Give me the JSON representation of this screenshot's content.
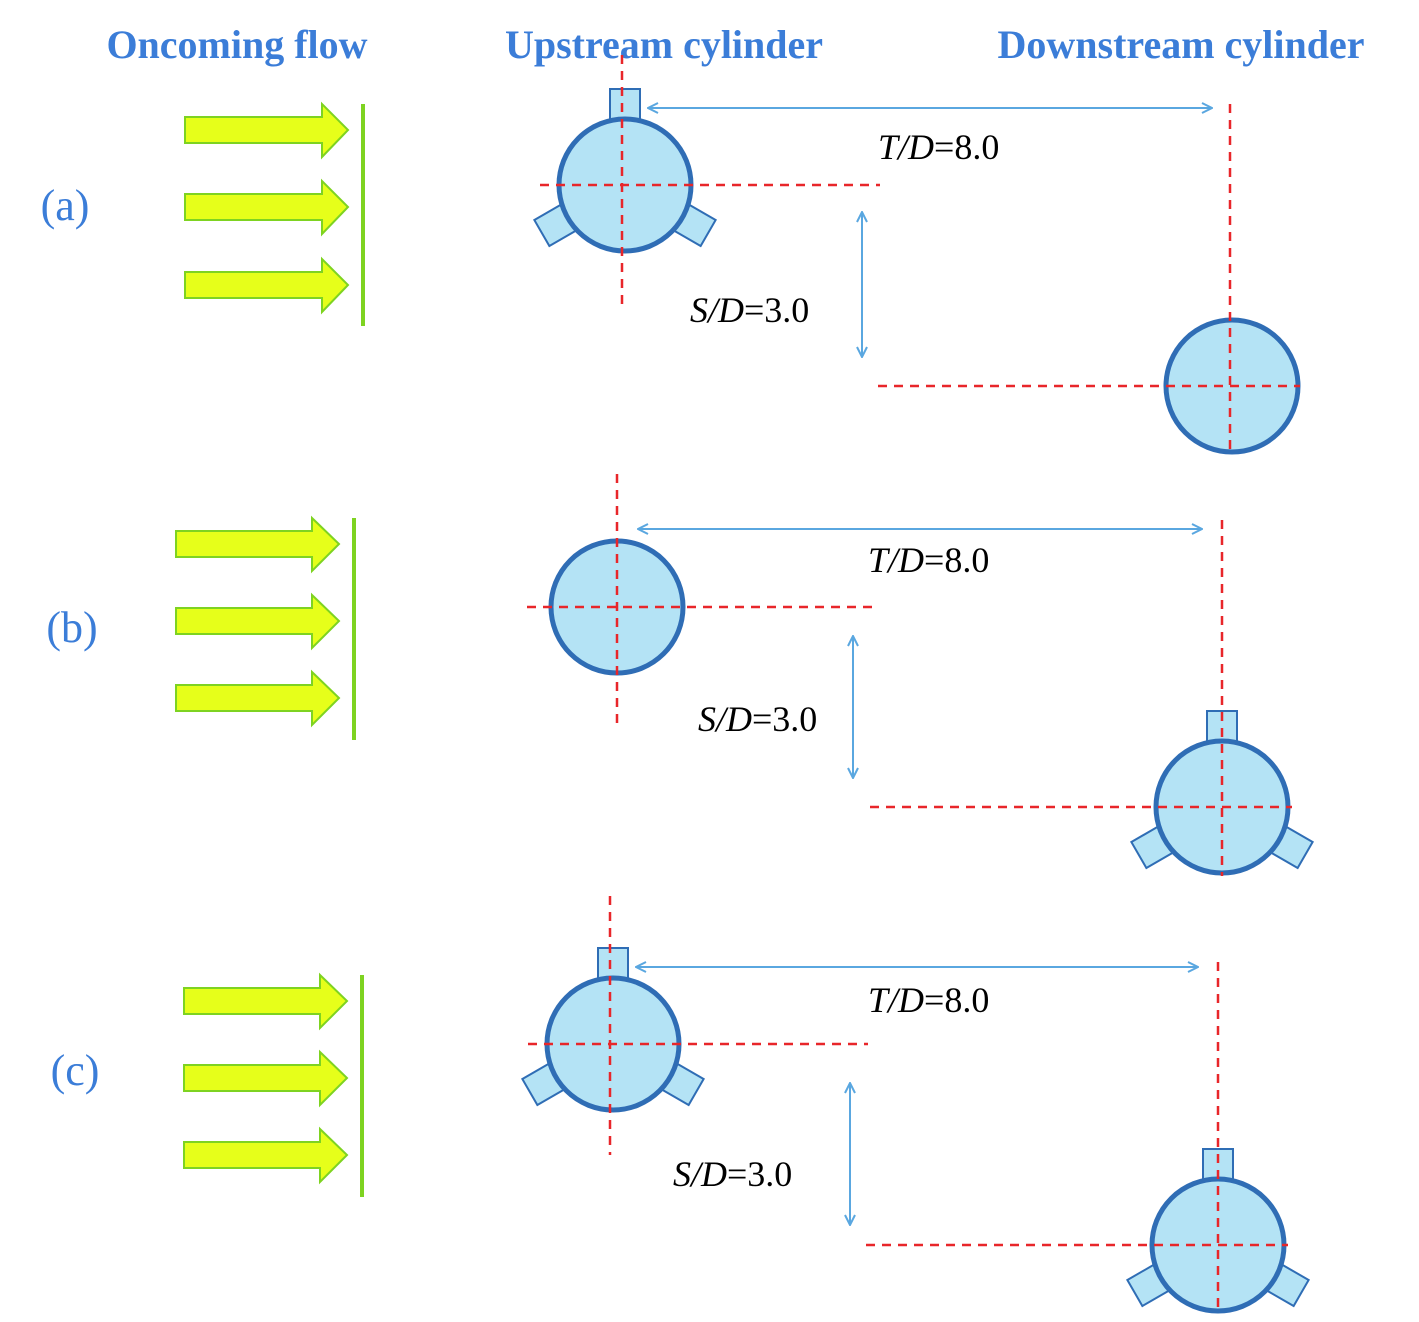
{
  "headers": {
    "oncoming_flow": "Oncoming flow",
    "upstream_cylinder": "Upstream cylinder",
    "downstream_cylinder": "Downstream cylinder"
  },
  "colors": {
    "header_text": "#3b7dd8",
    "cylinder_fill": "#b4e3f5",
    "cylinder_stroke": "#2f6db5",
    "centerline": "#e8262a",
    "dimension_arrow": "#5aa7e0",
    "flow_arrow_fill": "#e6ff1a",
    "flow_arrow_stroke": "#7ed321",
    "inlet_line": "#7ed321"
  },
  "panels": [
    {
      "label": "(a)",
      "upstream_has_fins": true,
      "downstream_has_fins": false,
      "td_label": {
        "var": "T/D",
        "value": "=8.0"
      },
      "sd_label": {
        "var": "S/D",
        "value": "=3.0"
      }
    },
    {
      "label": "(b)",
      "upstream_has_fins": false,
      "downstream_has_fins": true,
      "td_label": {
        "var": "T/D",
        "value": "=8.0"
      },
      "sd_label": {
        "var": "S/D",
        "value": "=3.0"
      }
    },
    {
      "label": "(c)",
      "upstream_has_fins": true,
      "downstream_has_fins": true,
      "td_label": {
        "var": "T/D",
        "value": "=8.0"
      },
      "sd_label": {
        "var": "S/D",
        "value": "=3.0"
      }
    }
  ]
}
